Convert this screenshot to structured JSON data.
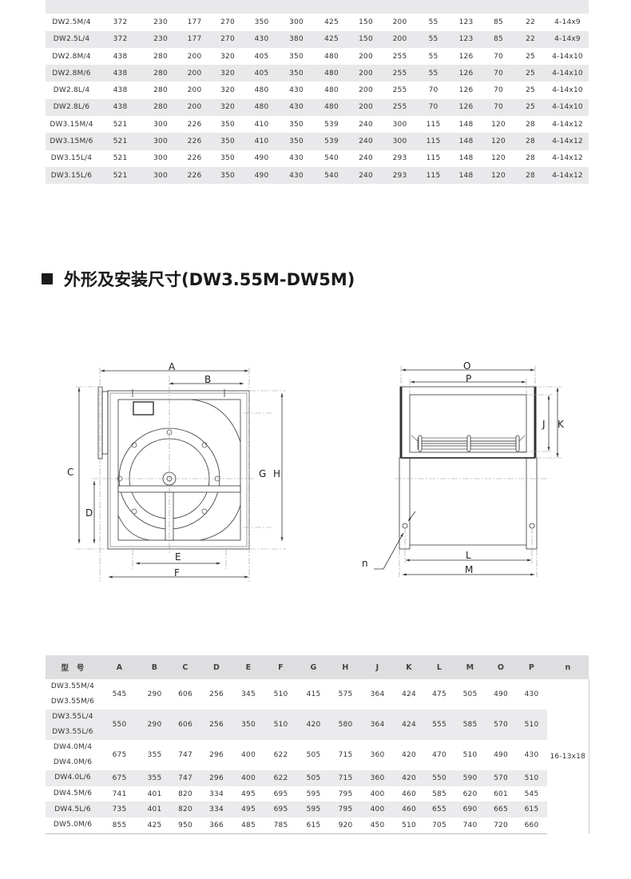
{
  "top_table": {
    "rows": [
      [
        "DW2.5M/4",
        "372",
        "230",
        "177",
        "270",
        "350",
        "300",
        "425",
        "150",
        "200",
        "55",
        "123",
        "85",
        "22",
        "4-14x9"
      ],
      [
        "DW2.5L/4",
        "372",
        "230",
        "177",
        "270",
        "430",
        "380",
        "425",
        "150",
        "200",
        "55",
        "123",
        "85",
        "22",
        "4-14x9"
      ],
      [
        "DW2.8M/4",
        "438",
        "280",
        "200",
        "320",
        "405",
        "350",
        "480",
        "200",
        "255",
        "55",
        "126",
        "70",
        "25",
        "4-14x10"
      ],
      [
        "DW2.8M/6",
        "438",
        "280",
        "200",
        "320",
        "405",
        "350",
        "480",
        "200",
        "255",
        "55",
        "126",
        "70",
        "25",
        "4-14x10"
      ],
      [
        "DW2.8L/4",
        "438",
        "280",
        "200",
        "320",
        "480",
        "430",
        "480",
        "200",
        "255",
        "70",
        "126",
        "70",
        "25",
        "4-14x10"
      ],
      [
        "DW2.8L/6",
        "438",
        "280",
        "200",
        "320",
        "480",
        "430",
        "480",
        "200",
        "255",
        "70",
        "126",
        "70",
        "25",
        "4-14x10"
      ],
      [
        "DW3.15M/4",
        "521",
        "300",
        "226",
        "350",
        "410",
        "350",
        "539",
        "240",
        "300",
        "115",
        "148",
        "120",
        "28",
        "4-14x12"
      ],
      [
        "DW3.15M/6",
        "521",
        "300",
        "226",
        "350",
        "410",
        "350",
        "539",
        "240",
        "300",
        "115",
        "148",
        "120",
        "28",
        "4-14x12"
      ],
      [
        "DW3.15L/4",
        "521",
        "300",
        "226",
        "350",
        "490",
        "430",
        "540",
        "240",
        "293",
        "115",
        "148",
        "120",
        "28",
        "4-14x12"
      ],
      [
        "DW3.15L/6",
        "521",
        "300",
        "226",
        "350",
        "490",
        "430",
        "540",
        "240",
        "293",
        "115",
        "148",
        "120",
        "28",
        "4-14x12"
      ]
    ]
  },
  "section_title": "外形及安装尺寸(DW3.55M-DW5M)",
  "drawing": {
    "front_labels": {
      "A": "A",
      "B": "B",
      "C": "C",
      "D": "D",
      "E": "E",
      "F": "F",
      "G": "G",
      "H": "H"
    },
    "side_labels": {
      "O": "O",
      "P": "P",
      "J": "J",
      "K": "K",
      "L": "L",
      "M": "M",
      "n": "n"
    }
  },
  "bottom_table": {
    "headers": [
      "型　号",
      "A",
      "B",
      "C",
      "D",
      "E",
      "F",
      "G",
      "H",
      "J",
      "K",
      "L",
      "M",
      "O",
      "P",
      "n"
    ],
    "n_value": "16-13x18",
    "rows": [
      {
        "models": [
          "DW3.55M/4",
          "DW3.55M/6"
        ],
        "values": [
          "545",
          "290",
          "606",
          "256",
          "345",
          "510",
          "415",
          "575",
          "364",
          "424",
          "475",
          "505",
          "490",
          "430"
        ]
      },
      {
        "models": [
          "DW3.55L/4",
          "DW3.55L/6"
        ],
        "values": [
          "550",
          "290",
          "606",
          "256",
          "350",
          "510",
          "420",
          "580",
          "364",
          "424",
          "555",
          "585",
          "570",
          "510"
        ]
      },
      {
        "models": [
          "DW4.0M/4",
          "DW4.0M/6"
        ],
        "values": [
          "675",
          "355",
          "747",
          "296",
          "400",
          "622",
          "505",
          "715",
          "360",
          "420",
          "470",
          "510",
          "490",
          "430"
        ]
      },
      {
        "models": [
          "DW4.0L/6"
        ],
        "values": [
          "675",
          "355",
          "747",
          "296",
          "400",
          "622",
          "505",
          "715",
          "360",
          "420",
          "550",
          "590",
          "570",
          "510"
        ]
      },
      {
        "models": [
          "DW4.5M/6"
        ],
        "values": [
          "741",
          "401",
          "820",
          "334",
          "495",
          "695",
          "595",
          "795",
          "400",
          "460",
          "585",
          "620",
          "601",
          "545"
        ]
      },
      {
        "models": [
          "DW4.5L/6"
        ],
        "values": [
          "735",
          "401",
          "820",
          "334",
          "495",
          "695",
          "595",
          "795",
          "400",
          "460",
          "655",
          "690",
          "665",
          "615"
        ]
      },
      {
        "models": [
          "DW5.0M/6"
        ],
        "values": [
          "855",
          "425",
          "950",
          "366",
          "485",
          "785",
          "615",
          "920",
          "450",
          "510",
          "705",
          "740",
          "720",
          "660"
        ]
      }
    ]
  }
}
